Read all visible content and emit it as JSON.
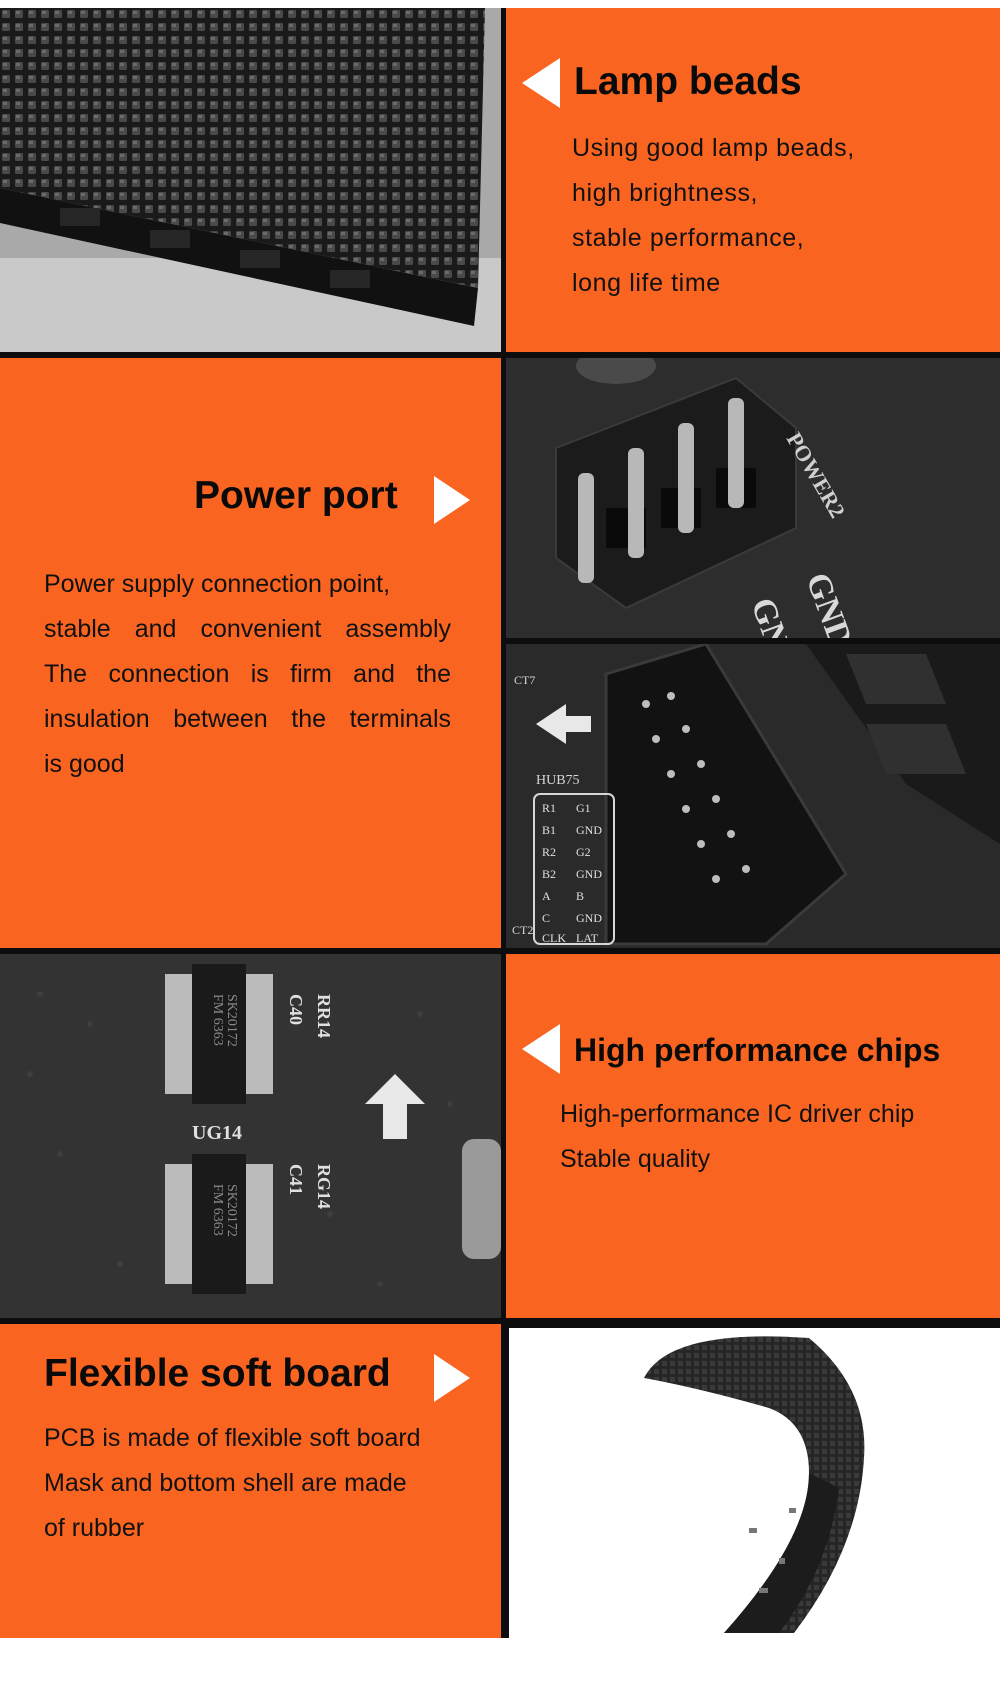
{
  "theme": {
    "accent": "#fa6421",
    "frame": "#0d0d0d",
    "arrow": "#ffffff"
  },
  "sections": {
    "lamp_beads": {
      "title": "Lamp beads",
      "lines": [
        "Using good lamp beads,",
        "high brightness,",
        "stable performance,",
        "long life time"
      ],
      "icon": "arrow-left-icon"
    },
    "power_port": {
      "title": "Power port",
      "lines": [
        "Power supply connection point,",
        "stable and convenient assembly",
        "The connection is firm and the",
        "insulation between the terminals",
        "is good"
      ],
      "icon": "arrow-right-icon"
    },
    "chips": {
      "title": "High performance chips",
      "lines": [
        "High-performance IC driver chip",
        "Stable quality"
      ],
      "icon": "arrow-left-icon"
    },
    "flexible": {
      "title": "Flexible soft board",
      "lines": [
        "PCB is made of flexible soft board",
        "Mask and bottom shell are made",
        "of rubber"
      ],
      "icon": "arrow-right-icon"
    }
  },
  "photo_labels": {
    "power": [
      "POWER2",
      "GND",
      "GND"
    ],
    "hub": [
      "HUB75",
      "CT7",
      "CT2",
      "R1",
      "G1",
      "B1",
      "GND",
      "R2",
      "G2",
      "B2",
      "GND",
      "A",
      "B",
      "C",
      "GND",
      "CLK",
      "LAT"
    ],
    "chips": [
      "FM 6363",
      "SK20172",
      "FM 6363",
      "SK20172",
      "UG14",
      "C40",
      "RR14",
      "C41",
      "RG14"
    ]
  }
}
